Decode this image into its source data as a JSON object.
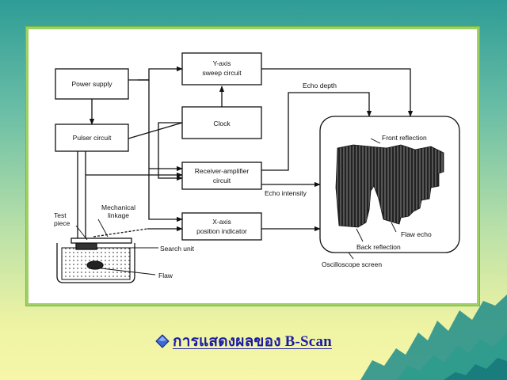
{
  "caption": "การแสดงผลของ B-Scan",
  "labels": {
    "power_supply": "Power supply",
    "pulser_circuit": "Pulser circuit",
    "y_axis_line1": "Y-axis",
    "y_axis_line2": "sweep circuit",
    "clock": "Clock",
    "receiver_line1": "Receiver-amplifier",
    "receiver_line2": "circuit",
    "x_axis_line1": "X-axis",
    "x_axis_line2": "position indicator",
    "echo_depth": "Echo depth",
    "echo_intensity": "Echo intensity",
    "front_reflection": "Front reflection",
    "flaw_echo": "Flaw echo",
    "back_reflection": "Back reflection",
    "oscilloscope_screen": "Oscilloscope screen",
    "test_piece_line1": "Test",
    "test_piece_line2": "piece",
    "mechanical_line1": "Mechanical",
    "mechanical_line2": "linkage",
    "search_unit": "Search unit",
    "flaw": "Flaw"
  },
  "colors": {
    "caption_text": "#1a1aa6",
    "frame_border": "#9fd064",
    "mountain": "#1f8c8a",
    "background_top": "#2e9c96",
    "background_bottom": "#f6f7a8"
  },
  "icons": {
    "bullet": "diamond-bullet-icon",
    "mountain": "mountain-silhouette"
  }
}
